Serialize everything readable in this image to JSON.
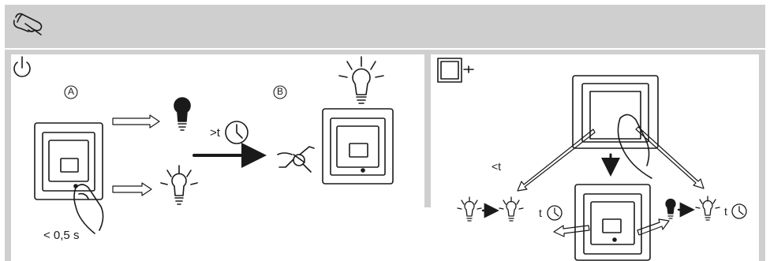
{
  "panel_left": {
    "step_a_label": "A",
    "step_b_label": "B",
    "press_time": "< 0,5 s",
    "wait_time": ">t"
  },
  "panel_right": {
    "short_time": "<t",
    "timer_left": "t",
    "timer_right": "t"
  },
  "icons": [
    "hand-gesture-icon",
    "power-icon",
    "switch-frame-icon",
    "bulb-off-icon",
    "bulb-on-icon",
    "clock-icon",
    "person-running-icon"
  ],
  "colors": {
    "band": "#cfcfcf",
    "line": "#1a1a1a"
  }
}
